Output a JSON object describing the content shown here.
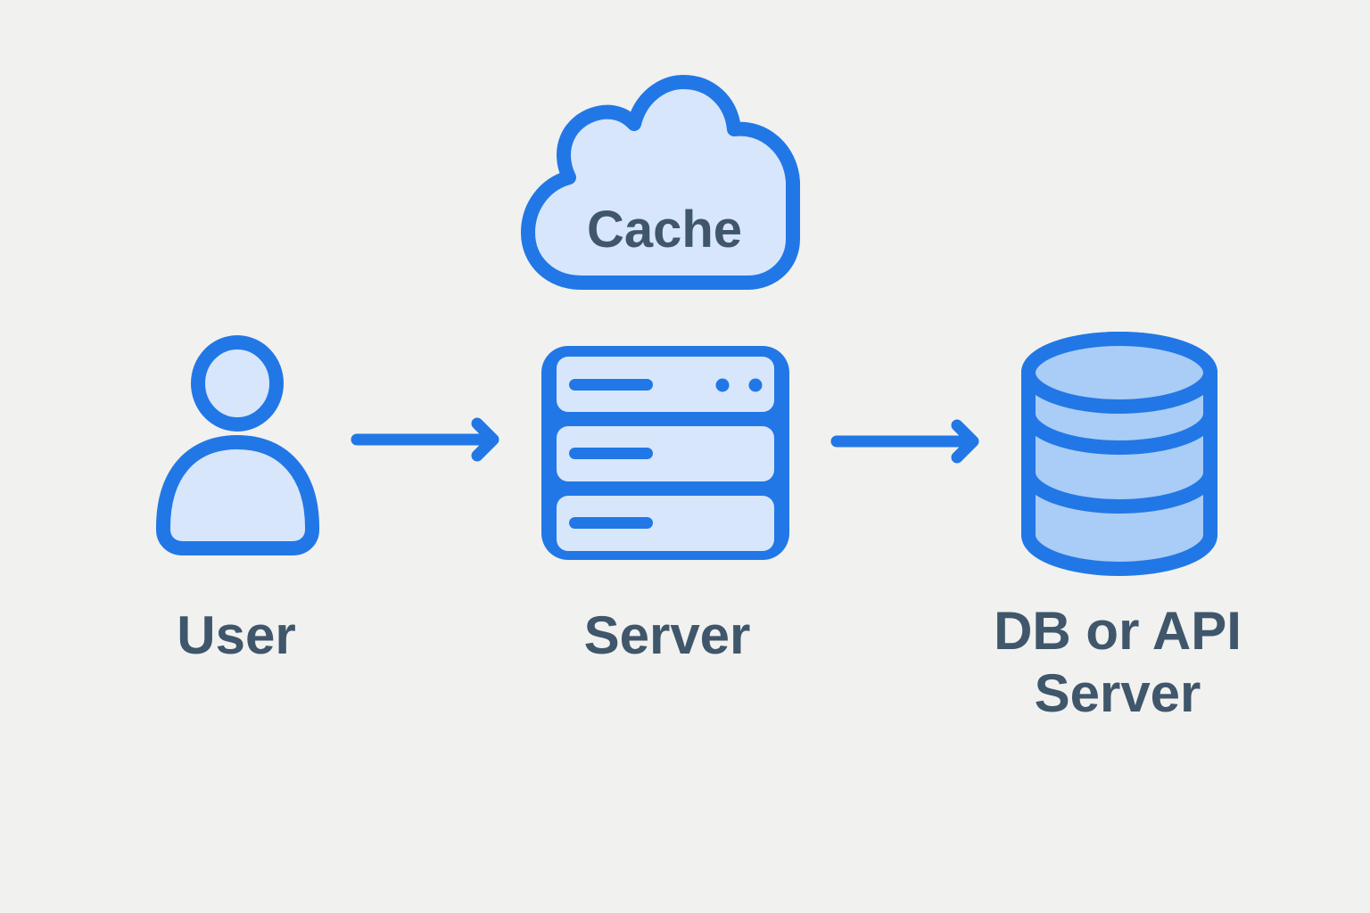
{
  "diagram": {
    "description": "Caching architecture flow diagram",
    "nodes": {
      "user": {
        "label": "User",
        "icon": "person-icon"
      },
      "cache": {
        "label": "Cache",
        "icon": "cloud-icon"
      },
      "server": {
        "label": "Server",
        "icon": "rack-server-icon"
      },
      "db": {
        "label": "DB or API Server",
        "lines": [
          "DB or API",
          "Server"
        ],
        "icon": "database-icon"
      }
    },
    "edges": [
      {
        "from": "User",
        "to": "Server"
      },
      {
        "from": "Server",
        "to": "DB or API Server"
      }
    ]
  },
  "colors": {
    "bg": "#f1f1ef",
    "stroke": "#2277e6",
    "fill-light": "#d7e6fb",
    "fill-medium": "#a9cdf6",
    "text": "#3f566b"
  }
}
